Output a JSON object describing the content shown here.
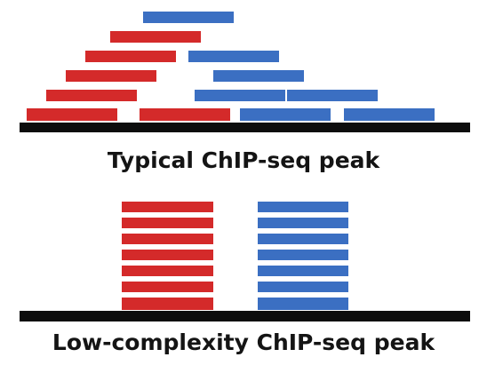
{
  "colors": {
    "forward_read": "#d42a2a",
    "reverse_read": "#3b6fc2",
    "genome_line": "#0d0d0d",
    "background": "#ffffff"
  },
  "panels": [
    {
      "id": "typical",
      "caption": "Typical ChIP-seq peak"
    },
    {
      "id": "low_complexity",
      "caption": "Low-complexity ChIP-seq peak"
    }
  ]
}
